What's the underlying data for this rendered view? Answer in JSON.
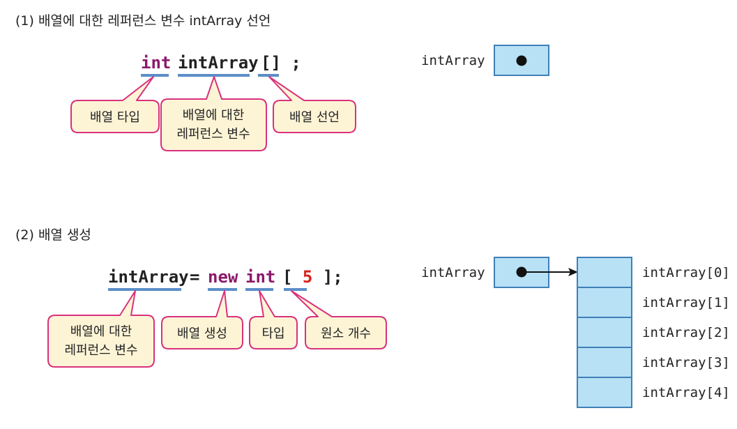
{
  "section1": {
    "title": "(1) 배열에 대한 레퍼런스 변수 intArray 선언",
    "code": {
      "type": "int",
      "name": "intArray",
      "brackets": "[]",
      "semicolon": ";"
    },
    "callouts": {
      "array_type": "배열 타입",
      "ref_var_line1": "배열에 대한",
      "ref_var_line2": "레퍼런스 변수",
      "array_decl": "배열 선언"
    },
    "var_label": "intArray"
  },
  "section2": {
    "title": "(2) 배열 생성",
    "code": {
      "name": "intArray",
      "assign": "=",
      "new_kw": "new",
      "type": "int",
      "open": "[",
      "size": "5",
      "close": "];"
    },
    "callouts": {
      "ref_var_line1": "배열에 대한",
      "ref_var_line2": "레퍼런스 변수",
      "array_create": "배열 생성",
      "type": "타입",
      "element_count": "원소 개수"
    },
    "var_label": "intArray",
    "elements": [
      "intArray[0]",
      "intArray[1]",
      "intArray[2]",
      "intArray[3]",
      "intArray[4]"
    ]
  },
  "colors": {
    "keyword": "#8b1a6b",
    "number": "#d8231b",
    "callout_border": "#d8317d",
    "callout_fill": "#fdf4d6",
    "underline": "#5b8ec8",
    "array_cell": "#b8e1f6"
  }
}
